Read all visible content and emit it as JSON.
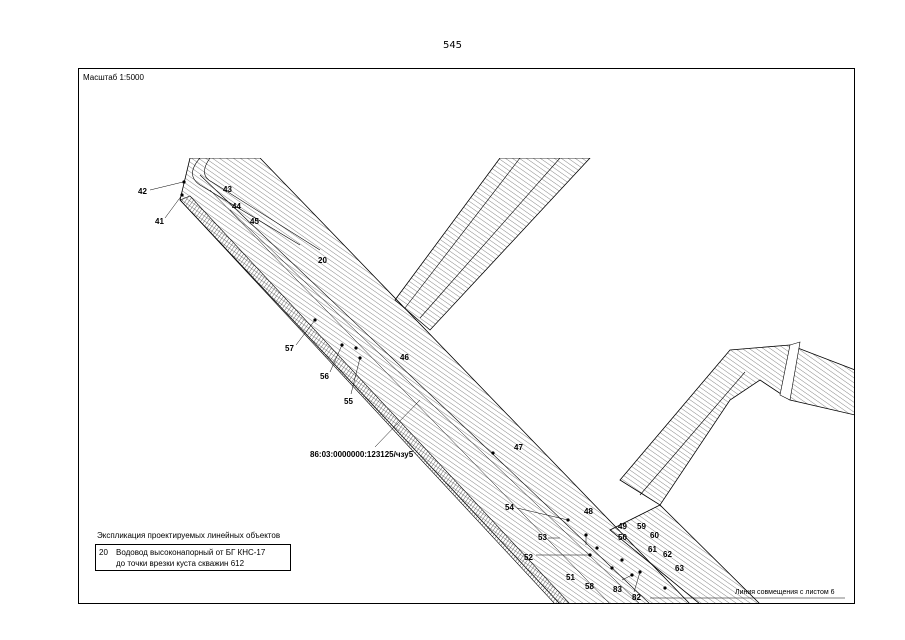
{
  "page_number": "545",
  "scale_label": "Масштаб 1:5000",
  "parcel_label": "86:03:0000000:123125/чзу5",
  "object_number_label": "20",
  "point_labels": [
    "42",
    "41",
    "43",
    "44",
    "45",
    "20",
    "57",
    "56",
    "46",
    "55",
    "47",
    "54",
    "48",
    "53",
    "52",
    "51",
    "50",
    "49",
    "59",
    "60",
    "61",
    "62",
    "63",
    "58",
    "83",
    "82"
  ],
  "legend": {
    "title": "Экспликация проектируемых линейных объектов",
    "number": "20",
    "line1": "Водовод высоконапорный от БГ КНС-17",
    "line2": "до точки врезки куста скважин 612"
  },
  "match_line_label": "Линия совмещения с листом 6",
  "colors": {
    "ink": "#000000",
    "hatch": "#555555",
    "background": "#ffffff"
  }
}
